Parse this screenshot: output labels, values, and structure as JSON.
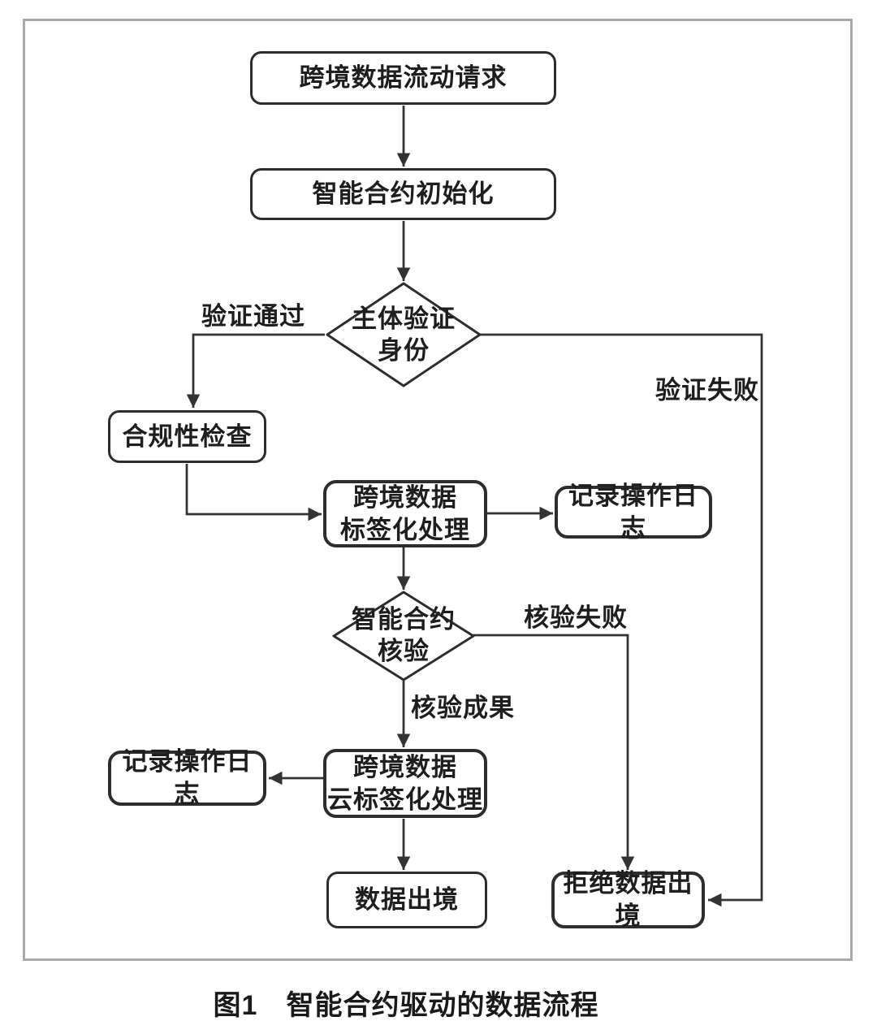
{
  "figure_caption": "图1　智能合约驱动的数据流程",
  "nodes": {
    "request": {
      "label": "跨境数据流动请求"
    },
    "init": {
      "label": "智能合约初始化"
    },
    "identity": {
      "line1": "主体验证",
      "line2": "身份"
    },
    "compliance": {
      "label": "合规性检查"
    },
    "labeling": {
      "line1": "跨境数据",
      "line2": "标签化处理"
    },
    "log_right": {
      "label": "记录操作日志"
    },
    "verify": {
      "line1": "智能合约",
      "line2": "核验"
    },
    "cloud_labeling": {
      "line1": "跨境数据",
      "line2": "云标签化处理"
    },
    "log_left": {
      "label": "记录操作日志"
    },
    "export": {
      "label": "数据出境"
    },
    "reject": {
      "label": "拒绝数据出境"
    }
  },
  "edge_labels": {
    "verify_pass": "验证通过",
    "verify_fail": "验证失败",
    "check_fail": "核验失败",
    "check_result": "核验成果"
  },
  "colors": {
    "line": "#333333",
    "node_border": "#2d2d2d",
    "text": "#1e1e1e",
    "frame_border": "#a9a9a9",
    "background": "#ffffff"
  }
}
